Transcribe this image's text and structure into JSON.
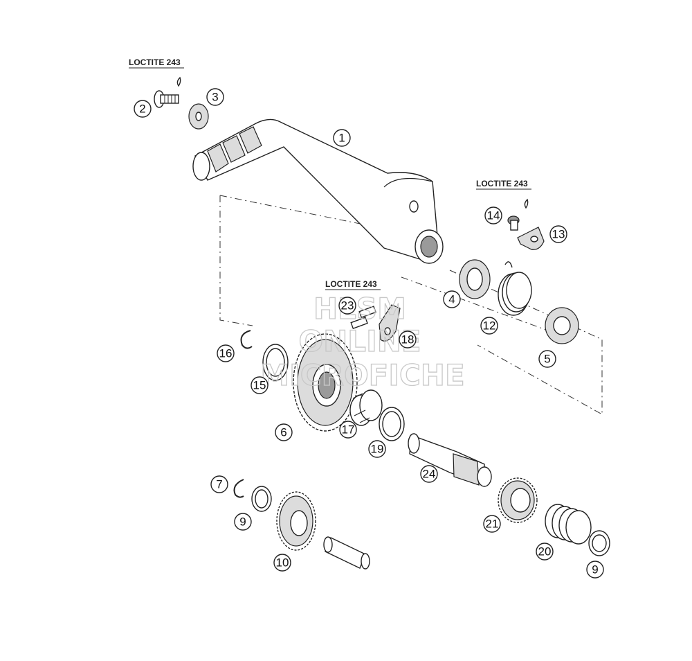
{
  "loctite_labels": [
    "LOCTITE 243",
    "LOCTITE 243",
    "LOCTITE 243"
  ],
  "watermark": [
    "HLSM",
    "ONLINE",
    "MICROFICHE"
  ],
  "callouts": [
    {
      "id": "c1",
      "label": "1",
      "part": "kick-start-lever"
    },
    {
      "id": "c2",
      "label": "2",
      "part": "screw"
    },
    {
      "id": "c3",
      "label": "3",
      "part": "washer"
    },
    {
      "id": "c4",
      "label": "4",
      "part": "washer"
    },
    {
      "id": "c5",
      "label": "5",
      "part": "washer"
    },
    {
      "id": "c6",
      "label": "6",
      "part": "gear"
    },
    {
      "id": "c7",
      "label": "7",
      "part": "circlip"
    },
    {
      "id": "c9a",
      "label": "9",
      "part": "washer"
    },
    {
      "id": "c9b",
      "label": "9",
      "part": "washer"
    },
    {
      "id": "c10",
      "label": "10",
      "part": "gear"
    },
    {
      "id": "c12",
      "label": "12",
      "part": "spring"
    },
    {
      "id": "c13",
      "label": "13",
      "part": "bracket"
    },
    {
      "id": "c14",
      "label": "14",
      "part": "screw"
    },
    {
      "id": "c15",
      "label": "15",
      "part": "washer"
    },
    {
      "id": "c16",
      "label": "16",
      "part": "circlip"
    },
    {
      "id": "c17",
      "label": "17",
      "part": "needle-bearing"
    },
    {
      "id": "c18",
      "label": "18",
      "part": "plate"
    },
    {
      "id": "c19",
      "label": "19",
      "part": "washer"
    },
    {
      "id": "c20",
      "label": "20",
      "part": "spring"
    },
    {
      "id": "c21",
      "label": "21",
      "part": "ratchet-gear"
    },
    {
      "id": "c23",
      "label": "23",
      "part": "screw"
    },
    {
      "id": "c24",
      "label": "24",
      "part": "kick-start-shaft"
    }
  ]
}
